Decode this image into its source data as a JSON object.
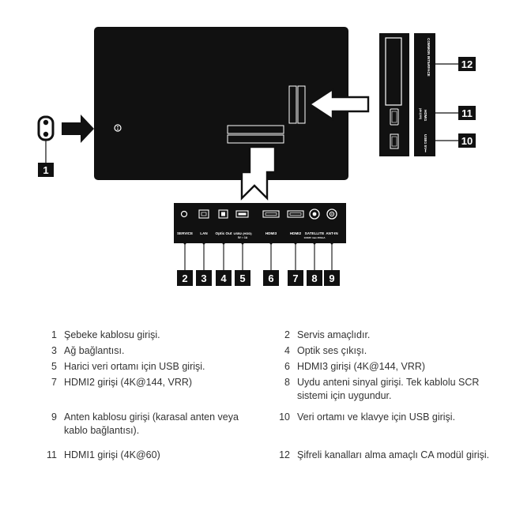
{
  "port_labels": {
    "service": "SERVICE",
    "lan": "LAN",
    "optic_out": "Optic Out",
    "usb2": "USB2 (HDD)",
    "usb2_sub": "5V ⎓ 1A",
    "hdmi3": "HDMI3",
    "hdmi2": "HDMI2",
    "satellite": "SATELLITE",
    "satellite_sub": "13/18V max 350mA",
    "ant_in": "ANT-IN"
  },
  "side_labels": {
    "common_interface": "COMMON INTERFACE",
    "hdmi1": "HDMI1",
    "hdmi1_sub": "(4K@60)",
    "usb1": "USB1 5V⎓"
  },
  "badges": [
    "1",
    "2",
    "3",
    "4",
    "5",
    "6",
    "7",
    "8",
    "9",
    "10",
    "11",
    "12"
  ],
  "legend": [
    {
      "num": "1",
      "text": "Şebeke kablosu girişi."
    },
    {
      "num": "2",
      "text": "Servis amaçlıdır."
    },
    {
      "num": "3",
      "text": "Ağ bağlantısı."
    },
    {
      "num": "4",
      "text": "Optik ses çıkışı."
    },
    {
      "num": "5",
      "text": "Harici veri ortamı için USB girişi."
    },
    {
      "num": "6",
      "text": "HDMI3 girişi (4K@144, VRR)"
    },
    {
      "num": "7",
      "text": "HDMI2 girişi (4K@144, VRR)"
    },
    {
      "num": "8",
      "text": "Uydu anteni sinyal girişi. Tek kablolu SCR sistemi için uygundur."
    },
    {
      "num": "9",
      "text": "Anten kablosu girişi (karasal anten veya kablo bağlantısı)."
    },
    {
      "num": "10",
      "text": "Veri ortamı ve klavye için USB girişi."
    },
    {
      "num": "11",
      "text": "HDMI1 girişi (4K@60)"
    },
    {
      "num": "12",
      "text": "Şifreli kanalları alma amaçlı CA modül girişi."
    }
  ]
}
